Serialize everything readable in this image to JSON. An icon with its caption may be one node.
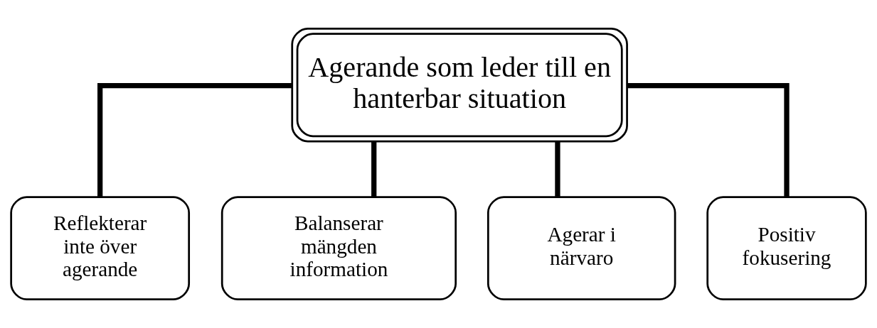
{
  "diagram": {
    "nodes": [
      {
        "text": [
          "Agerande som leder till en hanterbar situation"
        ]
      },
      {
        "text": [
          "Reflekterar inte över agerande"
        ]
      },
      {
        "text": [
          "Balanserar mängden information"
        ]
      },
      {
        "text": [
          "Agerar i närvaro"
        ]
      },
      {
        "text": [
          "Positiv fokusering"
        ]
      }
    ],
    "edges": [
      {
        "from": 0,
        "to": 1,
        "arrow": "none"
      },
      {
        "from": 0,
        "to": 2,
        "arrow": "none"
      },
      {
        "from": 0,
        "to": 3,
        "arrow": "none"
      },
      {
        "from": 0,
        "to": 4,
        "arrow": "none"
      }
    ]
  }
}
